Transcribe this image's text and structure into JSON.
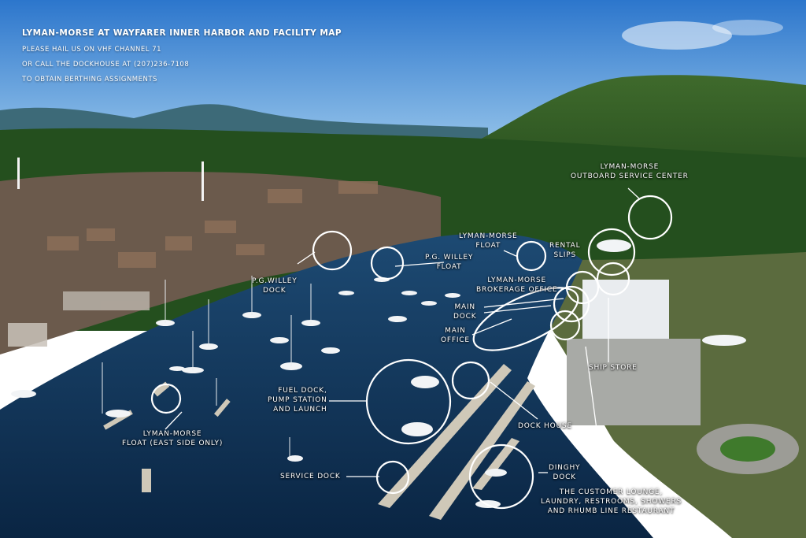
{
  "header": {
    "title": "LYMAN-MORSE AT WAYFARER INNER HARBOR AND FACILITY MAP",
    "line1": "PLEASE HAIL US ON VHF CHANNEL 71",
    "line2": "OR CALL THE DOCKHOUSE AT (207)236-7108",
    "line3": "TO OBTAIN BERTHING ASSIGNMENTS"
  },
  "labels": {
    "outboard_service": [
      "LYMAN-MORSE",
      "OUTBOARD SERVICE CENTER"
    ],
    "lm_float": [
      "LYMAN-MORSE",
      "FLOAT"
    ],
    "rental_slips": [
      "RENTAL",
      "SLIPS"
    ],
    "pg_willey_float": [
      "P.G. WILLEY",
      "FLOAT"
    ],
    "pg_willey_dock": [
      "P.G.WILLEY",
      "DOCK"
    ],
    "brokerage_office": [
      "LYMAN-MORSE",
      "BROKERAGE OFFICE"
    ],
    "main_dock": [
      "MAIN",
      "DOCK"
    ],
    "main_office": [
      "MAIN",
      "OFFICE"
    ],
    "ship_store": "SHIP STORE",
    "fuel_dock": [
      "FUEL DOCK,",
      "PUMP STATION",
      "AND LAUNCH"
    ],
    "dock_house": "DOCK HOUSE",
    "east_float": [
      "LYMAN-MORSE",
      "FLOAT (EAST SIDE ONLY)"
    ],
    "service_dock": "SERVICE DOCK",
    "dinghy_dock": [
      "DINGHY",
      "DOCK"
    ],
    "customer_lounge": [
      "THE CUSTOMER LOUNGE,",
      "LAUNDRY, RESTROOMS, SHOWERS",
      "AND RHUMB LINE RESTAURANT"
    ]
  },
  "colors": {
    "sky_top": "#2f7ed1",
    "sky_bottom": "#8cc2ea",
    "water": "#0e2f52",
    "forest": "#1f4d1c",
    "marker": "#ffffff"
  }
}
